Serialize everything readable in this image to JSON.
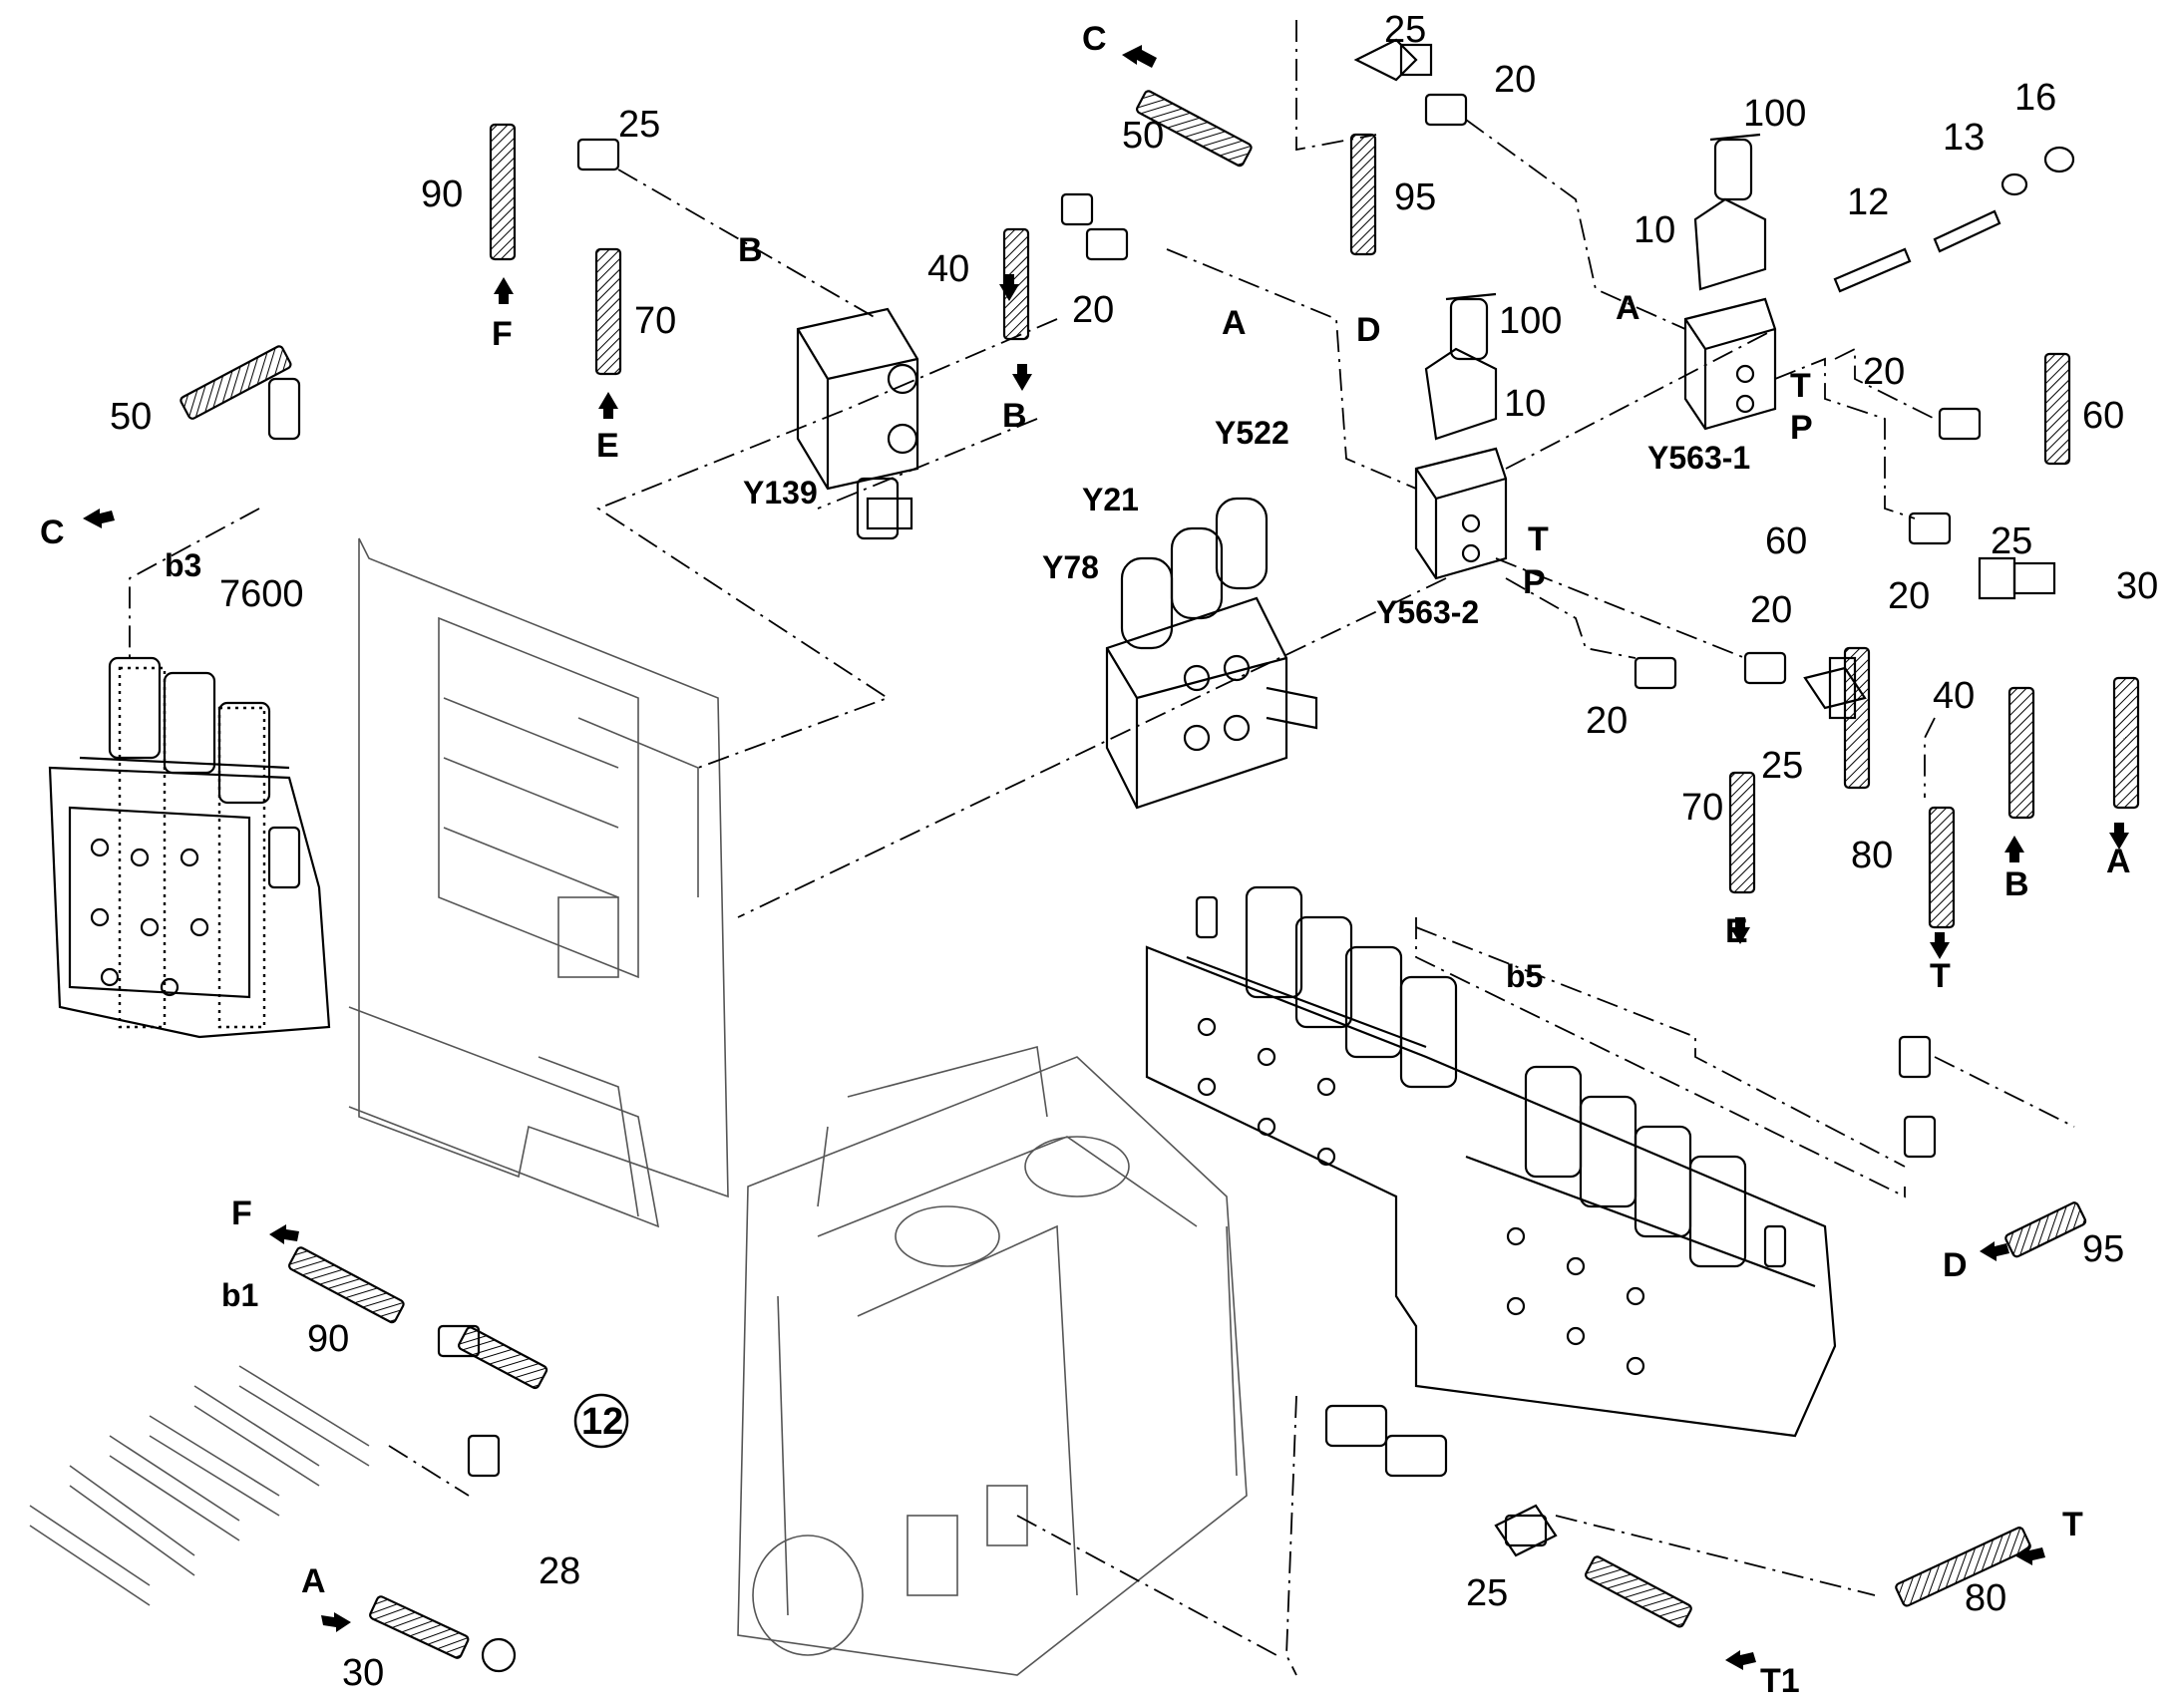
{
  "labels": {
    "n25_top": "25",
    "n20_top": "20",
    "n50_top": "50",
    "n95_top": "95",
    "n100_a": "100",
    "n13": "13",
    "n16": "16",
    "n12_rod": "12",
    "n10_a": "10",
    "n90_top": "90",
    "n25_left": "25",
    "n70_left": "70",
    "n40_mid": "40",
    "n20_mid": "20",
    "n100_b": "100",
    "n10_b": "10",
    "n20_right": "20",
    "n60_right": "60",
    "n60_mid": "60",
    "n25_right": "25",
    "n20_r2": "20",
    "n30_right": "30",
    "n20_r3": "20",
    "n20_r4": "20",
    "n40_right": "40",
    "n25_mid": "25",
    "n70_mid": "70",
    "n80_mid": "80",
    "n50_left": "50",
    "n7600": "7600",
    "n95_bottom": "95",
    "n90_bottom": "90",
    "n28": "28",
    "n30_bottom": "30",
    "n25_bottom": "25",
    "n80_bottom": "80",
    "n12_circle": "12"
  },
  "codes": {
    "y139": "Y139",
    "y522": "Y522",
    "y21": "Y21",
    "y78": "Y78",
    "y563_1": "Y563-1",
    "y563_2": "Y563-2",
    "b3": "b3",
    "b1": "b1",
    "b5": "b5"
  },
  "ports": {
    "c_top": "C",
    "d_top": "D",
    "a_top": "A",
    "b_mid": "B",
    "f_top": "F",
    "e_top": "E",
    "b_line": "B",
    "a_line": "A",
    "t_563_1": "T",
    "p_563_1": "P",
    "t_563_2": "T",
    "p_563_2": "P",
    "c_left": "C",
    "e_mid": "E",
    "t_mid": "T",
    "b_right": "B",
    "a_right": "A",
    "d_right": "D",
    "f_bottom": "F",
    "a_bottom": "A",
    "t_bottom_right": "T",
    "t1": "T1"
  },
  "colors": {
    "line": "#000000",
    "hatch": "#000000",
    "background": "#ffffff"
  }
}
